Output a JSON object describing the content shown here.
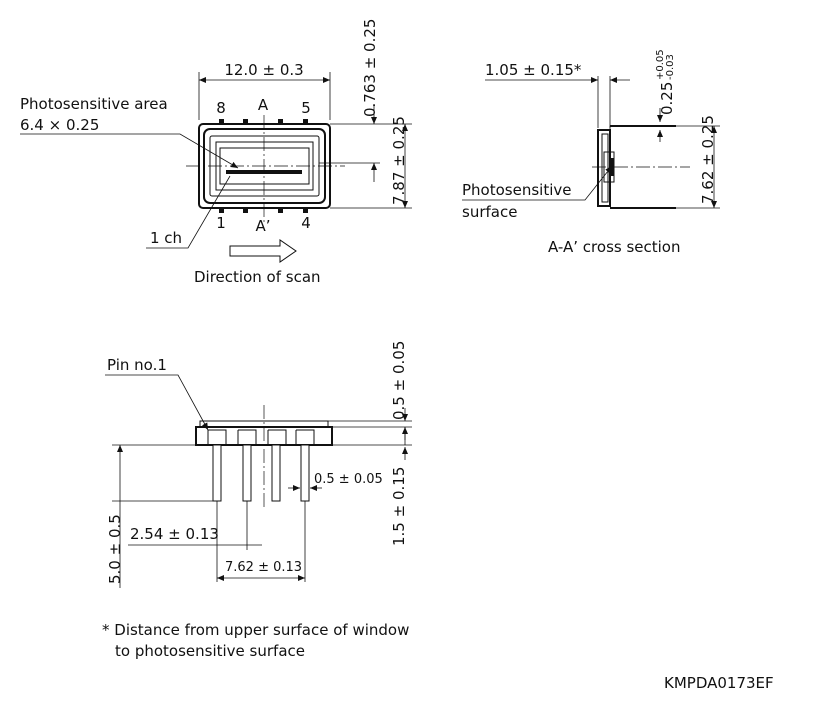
{
  "top_view": {
    "width_dim": "12.0 ± 0.3",
    "window_dim": "0.763 ± 0.25",
    "height_dim": "7.87 ± 0.25",
    "area_label_1": "Photosensitive area",
    "area_label_2": "6.4 × 0.25",
    "pin_8": "8",
    "pin_5": "5",
    "pin_1": "1",
    "pin_4": "4",
    "section_a": "A",
    "section_a_prime": "A’",
    "channel_label": "1 ch",
    "scan_label": "Direction of scan"
  },
  "cross_section": {
    "depth_dim": "1.05 ± 0.15*",
    "lead_dim_base": "0.25",
    "lead_dim_tol_plus": "+0.05",
    "lead_dim_tol_minus": "-0.03",
    "pitch_dim": "7.62 ± 0.25",
    "surface_label_1": "Photosensitive",
    "surface_label_2": "surface",
    "caption": "A-A’ cross section"
  },
  "side_view": {
    "pin_label": "Pin no.1",
    "window_thk_dim": "0.5 ± 0.05",
    "body_thk_dim": "1.5 ± 0.15",
    "pin_width_dim": "0.5 ± 0.05",
    "lead_len_dim": "5.0 ± 0.5",
    "pin_pitch_dim": "2.54 ± 0.13",
    "row_pitch_dim": "7.62 ± 0.13"
  },
  "footnote": {
    "line_1": "* Distance from upper surface of window",
    "line_2": "to photosensitive surface"
  },
  "drawing_code": "KMPDA0173EF"
}
